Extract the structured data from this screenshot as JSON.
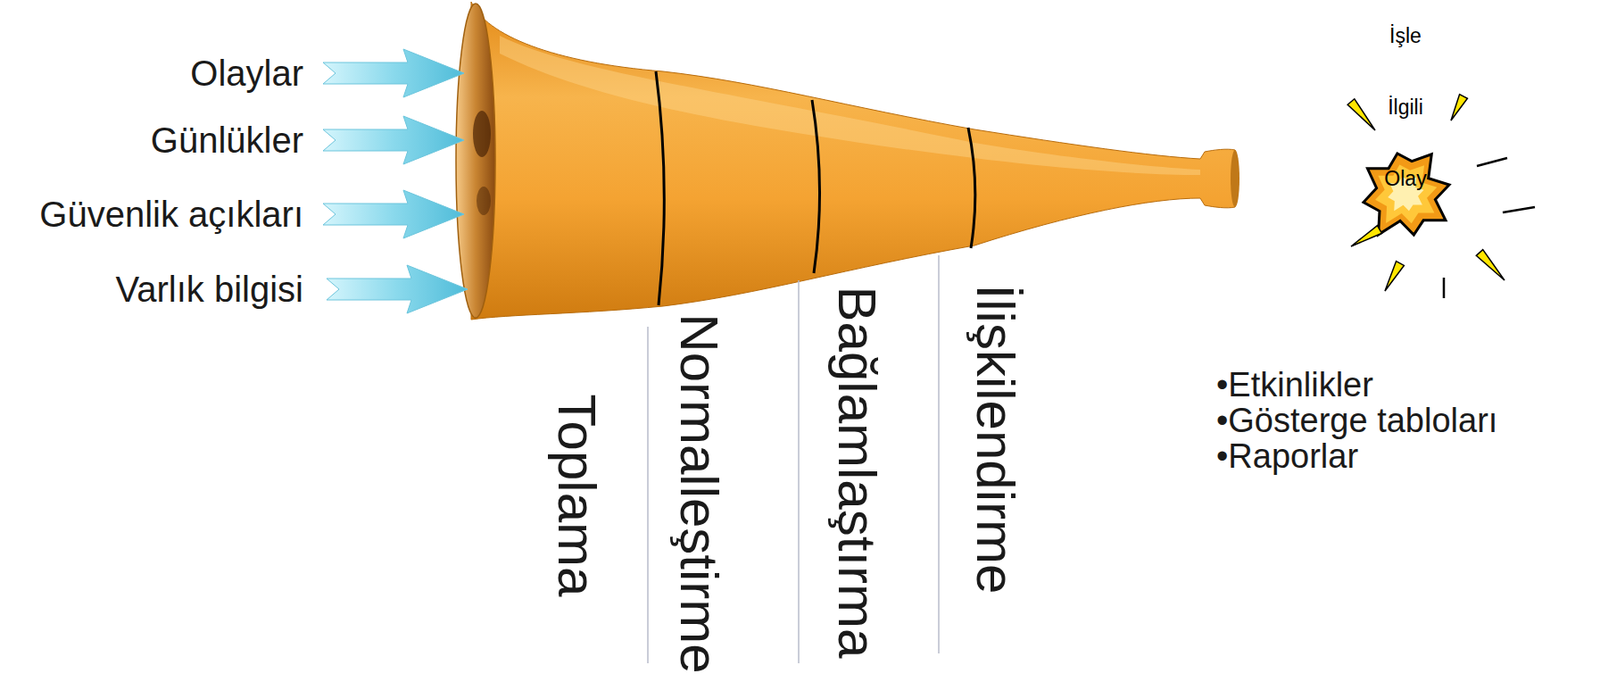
{
  "diagram": {
    "nodes": [
      {
        "text": [
          "İşle İlgili Olay"
        ]
      }
    ],
    "labels": [
      "Olaylar",
      "Günlükler",
      "Güvenlik açıkları",
      "Varlık bilgisi",
      "Toplama",
      "Normalleştirme",
      "Bağlamlaştırma",
      "İlişkilendirme",
      "•Etkinlikler",
      "•Gösterge tabloları",
      "•Raporlar"
    ]
  }
}
